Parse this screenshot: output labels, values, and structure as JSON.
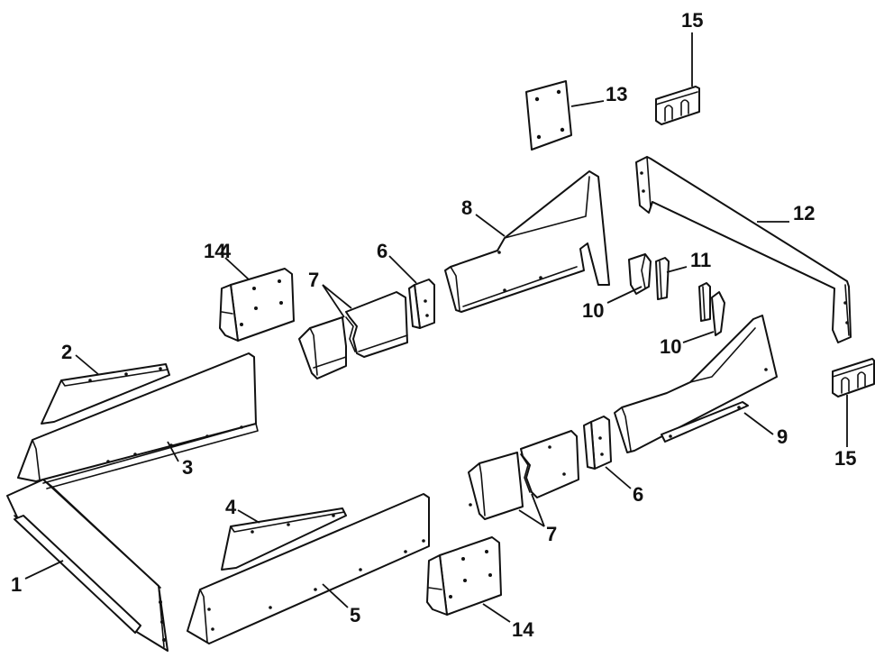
{
  "callouts": {
    "c1": "1",
    "c2": "2",
    "c3": "3",
    "c4a": "4",
    "c4b": "4",
    "c5": "5",
    "c6a": "6",
    "c6b": "6",
    "c7a": "7",
    "c7b": "7",
    "c8": "8",
    "c9": "9",
    "c10a": "10",
    "c10b": "10",
    "c11": "11",
    "c12": "12",
    "c13": "13",
    "c14a": "14",
    "c14b": "14",
    "c15a": "15",
    "c15b": "15"
  }
}
